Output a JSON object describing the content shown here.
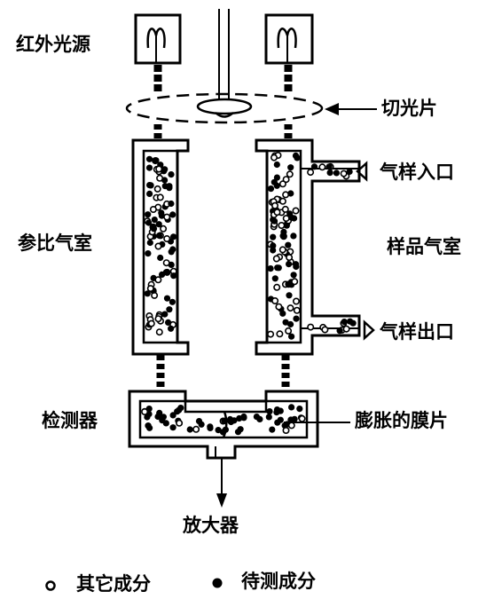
{
  "labels": {
    "ir_source": "红外光源",
    "chopper": "切光片",
    "sample_inlet": "气样入口",
    "reference_cell": "参比气室",
    "sample_cell": "样品气室",
    "sample_outlet": "气样出口",
    "detector": "检测器",
    "membrane": "膨胀的膜片",
    "amplifier": "放大器"
  },
  "legend": {
    "other": "其它成分",
    "measured": "待测成分"
  }
}
